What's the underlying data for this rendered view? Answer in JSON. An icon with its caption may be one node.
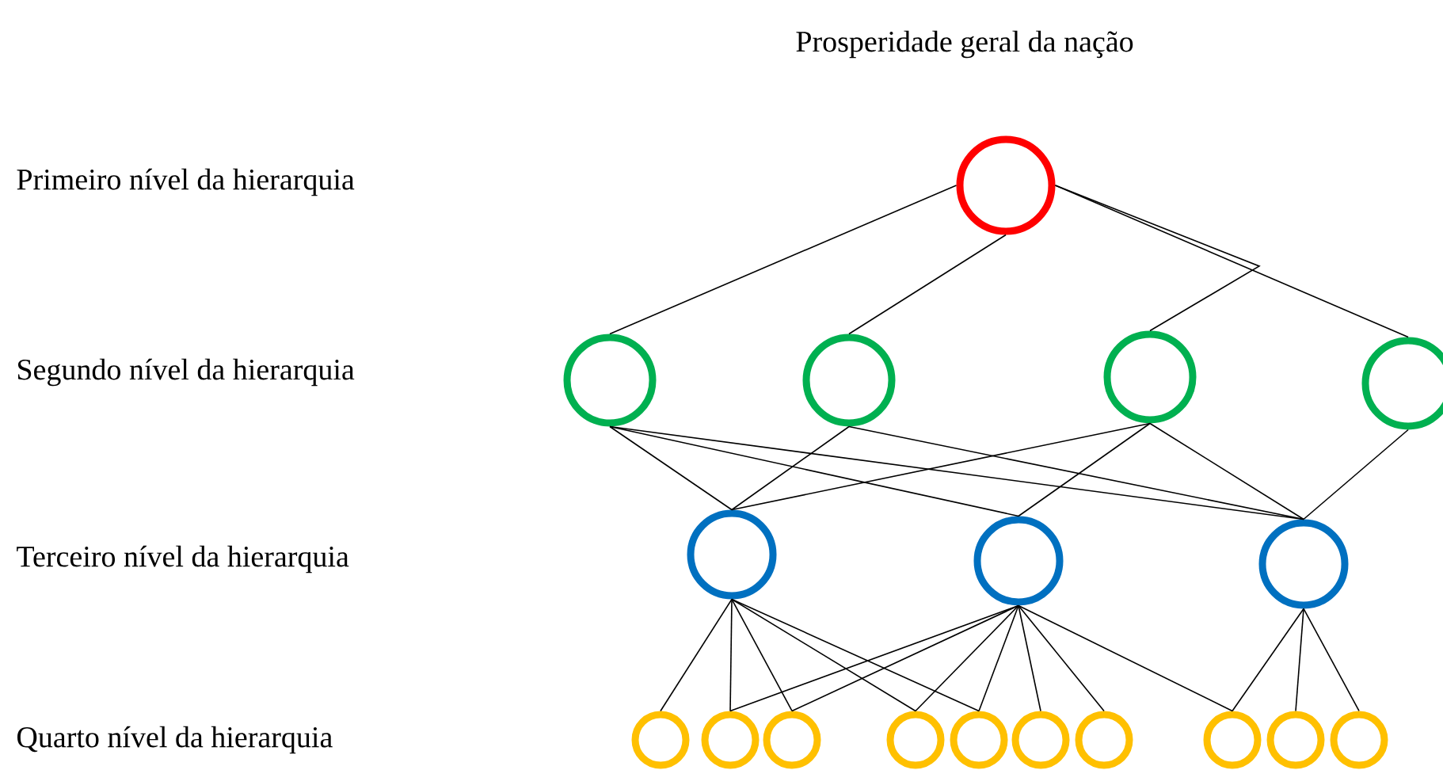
{
  "diagram": {
    "title": "Prosperidade geral da nação",
    "nodes": [
      {
        "text": [],
        "shape": "circle"
      },
      {
        "text": [],
        "shape": "circle"
      },
      {
        "text": [],
        "shape": "circle"
      },
      {
        "text": [],
        "shape": "circle"
      },
      {
        "text": [],
        "shape": "circle"
      },
      {
        "text": [],
        "shape": "circle"
      },
      {
        "text": [],
        "shape": "circle"
      },
      {
        "text": [],
        "shape": "circle"
      },
      {
        "text": [],
        "shape": "circle"
      },
      {
        "text": [],
        "shape": "circle"
      },
      {
        "text": [],
        "shape": "circle"
      },
      {
        "text": [],
        "shape": "circle"
      },
      {
        "text": [],
        "shape": "circle"
      },
      {
        "text": [],
        "shape": "circle"
      },
      {
        "text": [],
        "shape": "circle"
      },
      {
        "text": [],
        "shape": "circle"
      },
      {
        "text": [],
        "shape": "circle"
      },
      {
        "text": [],
        "shape": "circle"
      }
    ],
    "edges": [
      {
        "from": 0,
        "to": 1,
        "arrow": "none"
      },
      {
        "from": 0,
        "to": 2,
        "arrow": "none"
      },
      {
        "from": 0,
        "to": 3,
        "arrow": "none"
      },
      {
        "from": 0,
        "to": 4,
        "arrow": "none"
      },
      {
        "from": 1,
        "to": 5,
        "arrow": "none"
      },
      {
        "from": 1,
        "to": 6,
        "arrow": "none"
      },
      {
        "from": 1,
        "to": 7,
        "arrow": "none"
      },
      {
        "from": 2,
        "to": 5,
        "arrow": "none"
      },
      {
        "from": 2,
        "to": 7,
        "arrow": "none"
      },
      {
        "from": 3,
        "to": 5,
        "arrow": "none"
      },
      {
        "from": 3,
        "to": 6,
        "arrow": "none"
      },
      {
        "from": 3,
        "to": 7,
        "arrow": "none"
      },
      {
        "from": 4,
        "to": 7,
        "arrow": "none"
      },
      {
        "from": 5,
        "to": 8,
        "arrow": "none"
      },
      {
        "from": 5,
        "to": 9,
        "arrow": "none"
      },
      {
        "from": 5,
        "to": 10,
        "arrow": "none"
      },
      {
        "from": 5,
        "to": 11,
        "arrow": "none"
      },
      {
        "from": 5,
        "to": 12,
        "arrow": "none"
      },
      {
        "from": 6,
        "to": 9,
        "arrow": "none"
      },
      {
        "from": 6,
        "to": 10,
        "arrow": "none"
      },
      {
        "from": 6,
        "to": 11,
        "arrow": "none"
      },
      {
        "from": 6,
        "to": 12,
        "arrow": "none"
      },
      {
        "from": 6,
        "to": 13,
        "arrow": "none"
      },
      {
        "from": 6,
        "to": 14,
        "arrow": "none"
      },
      {
        "from": 6,
        "to": 15,
        "arrow": "none"
      },
      {
        "from": 7,
        "to": 15,
        "arrow": "none"
      },
      {
        "from": 7,
        "to": 16,
        "arrow": "none"
      },
      {
        "from": 7,
        "to": 17,
        "arrow": "none"
      }
    ],
    "labels": [
      "Primeiro nível da hierarquia",
      "Segundo nível da hierarquia",
      "Terceiro nível da hierarquia",
      "Quarto nível da hierarquia"
    ]
  }
}
